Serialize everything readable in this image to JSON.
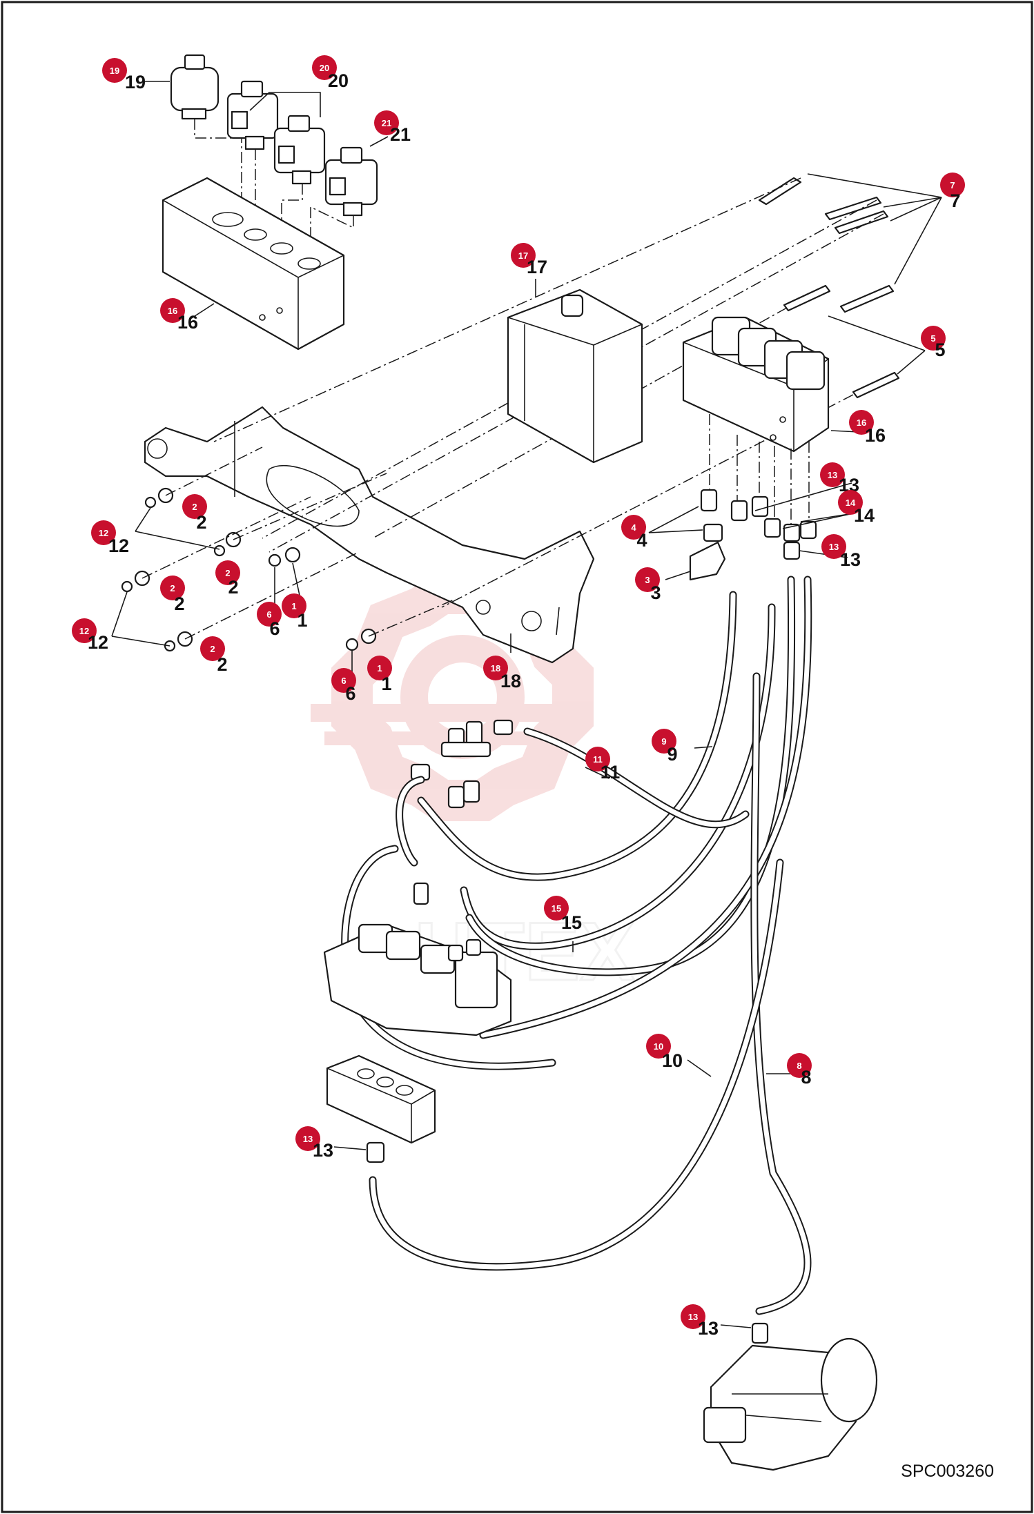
{
  "drawing_code": "SPC003260",
  "watermark_text": "HTEX",
  "colors": {
    "badge": "#c8102e",
    "line": "#1a1a1a",
    "watermark": "#f2c4c4"
  },
  "callouts": [
    {
      "badge": "19",
      "label": "19"
    },
    {
      "badge": "20",
      "label": "20"
    },
    {
      "badge": "21",
      "label": "21"
    },
    {
      "badge": "7",
      "label": "7"
    },
    {
      "badge": "17",
      "label": "17"
    },
    {
      "badge": "16",
      "label": "16"
    },
    {
      "badge": "5",
      "label": "5"
    },
    {
      "badge": "16",
      "label": "16"
    },
    {
      "badge": "2",
      "label": "2"
    },
    {
      "badge": "12",
      "label": "12"
    },
    {
      "badge": "2",
      "label": "2"
    },
    {
      "badge": "2",
      "label": "2"
    },
    {
      "badge": "12",
      "label": "12"
    },
    {
      "badge": "2",
      "label": "2"
    },
    {
      "badge": "6",
      "label": "6"
    },
    {
      "badge": "1",
      "label": "1"
    },
    {
      "badge": "6",
      "label": "6"
    },
    {
      "badge": "1",
      "label": "1"
    },
    {
      "badge": "18",
      "label": "18"
    },
    {
      "badge": "13",
      "label": "13"
    },
    {
      "badge": "14",
      "label": "14"
    },
    {
      "badge": "4",
      "label": "4"
    },
    {
      "badge": "13",
      "label": "13"
    },
    {
      "badge": "3",
      "label": "3"
    },
    {
      "badge": "9",
      "label": "9"
    },
    {
      "badge": "11",
      "label": "11"
    },
    {
      "badge": "15",
      "label": "15"
    },
    {
      "badge": "10",
      "label": "10"
    },
    {
      "badge": "8",
      "label": "8"
    },
    {
      "badge": "13",
      "label": "13"
    },
    {
      "badge": "13",
      "label": "13"
    }
  ]
}
